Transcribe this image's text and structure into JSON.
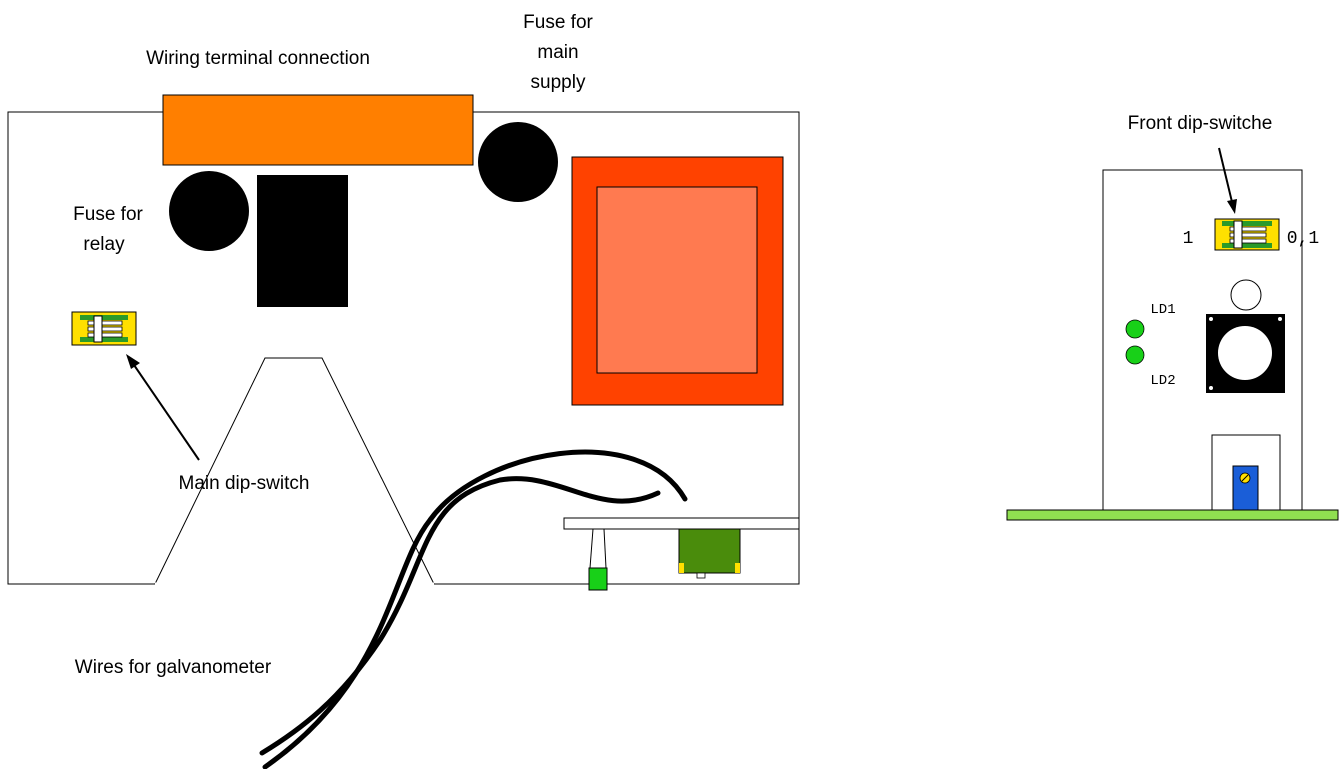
{
  "labels": {
    "wiring_terminal": "Wiring terminal connection",
    "fuse_main_1": "Fuse for",
    "fuse_main_2": "main",
    "fuse_main_3": "supply",
    "fuse_relay_1": "Fuse for",
    "fuse_relay_2": "relay",
    "main_dip_switch": "Main dip-switch",
    "wires_galvanometer": "Wires for galvanometer",
    "front_dip_switch": "Front dip-switche",
    "dip_left": "1",
    "dip_right": "0,1",
    "ld1": "LD1",
    "ld2": "LD2"
  },
  "colors": {
    "terminal": "#ff7f00",
    "transformer_outer": "#ff4200",
    "transformer_inner": "#ff7a50",
    "dip_body": "#ffe000",
    "dip_green": "#2a9a2a",
    "led_green": "#18d018",
    "connector": "#4a8c0c",
    "base_plate": "#90e050",
    "trimmer": "#1a5ed8"
  }
}
